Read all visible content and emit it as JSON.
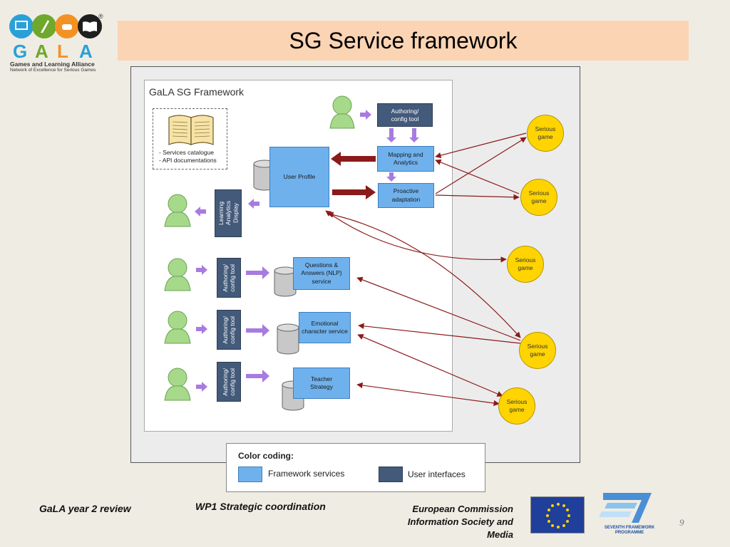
{
  "header": {
    "title": "SG Service framework"
  },
  "logo": {
    "letters": "GALA",
    "line1": "Games and Learning Alliance",
    "line2": "Network of Excellence for Serious Games",
    "reg": "®"
  },
  "diagram": {
    "framework_title": "GaLA SG Framework",
    "catalogue": {
      "line1": "- Services catalogue",
      "line2": "- API documentations"
    },
    "top_tool": "Authoring/\nconfig tool",
    "mapping": "Mapping and\nAnalytics",
    "proactive": "Proactive\nadaptation",
    "user_profile": "User Profile",
    "la_display": "Learning\nAnalytics\nDisplay",
    "qa_tool": "Authoring/\nconfig tool",
    "qa_service": "Questions &\nAnswers (NLP)\nservice",
    "emo_tool": "Authoring/\nconfig tool",
    "emo_service": "Emotional\ncharacter service",
    "teacher_tool": "Authoring/\nconfig tool",
    "teacher_service": "Teacher\nStrategy",
    "serious_games": [
      "Serious\ngame",
      "Serious\ngame",
      "Serious\ngame",
      "Serious\ngame",
      "Serious\ngame"
    ]
  },
  "legend": {
    "title": "Color coding:",
    "framework": "Framework services",
    "user_interfaces": "User interfaces"
  },
  "footer": {
    "left": "GaLA year 2 review",
    "middle": "WP1 Strategic coordination",
    "ec_line1": "European Commission",
    "ec_line2": "Information Society and",
    "ec_line3": "Media",
    "page": "9",
    "fp7_line1": "SEVENTH FRAMEWORK",
    "fp7_line2": "PROGRAMME"
  },
  "colors": {
    "title_bg": "#fbd4b4",
    "framework_service": "#6fb1ec",
    "user_interface": "#435a7a",
    "serious_game": "#ffd400",
    "arrow_dark_red": "#8b1a1a",
    "arrow_purple": "#a77be0",
    "person_green": "#a6d98a"
  }
}
